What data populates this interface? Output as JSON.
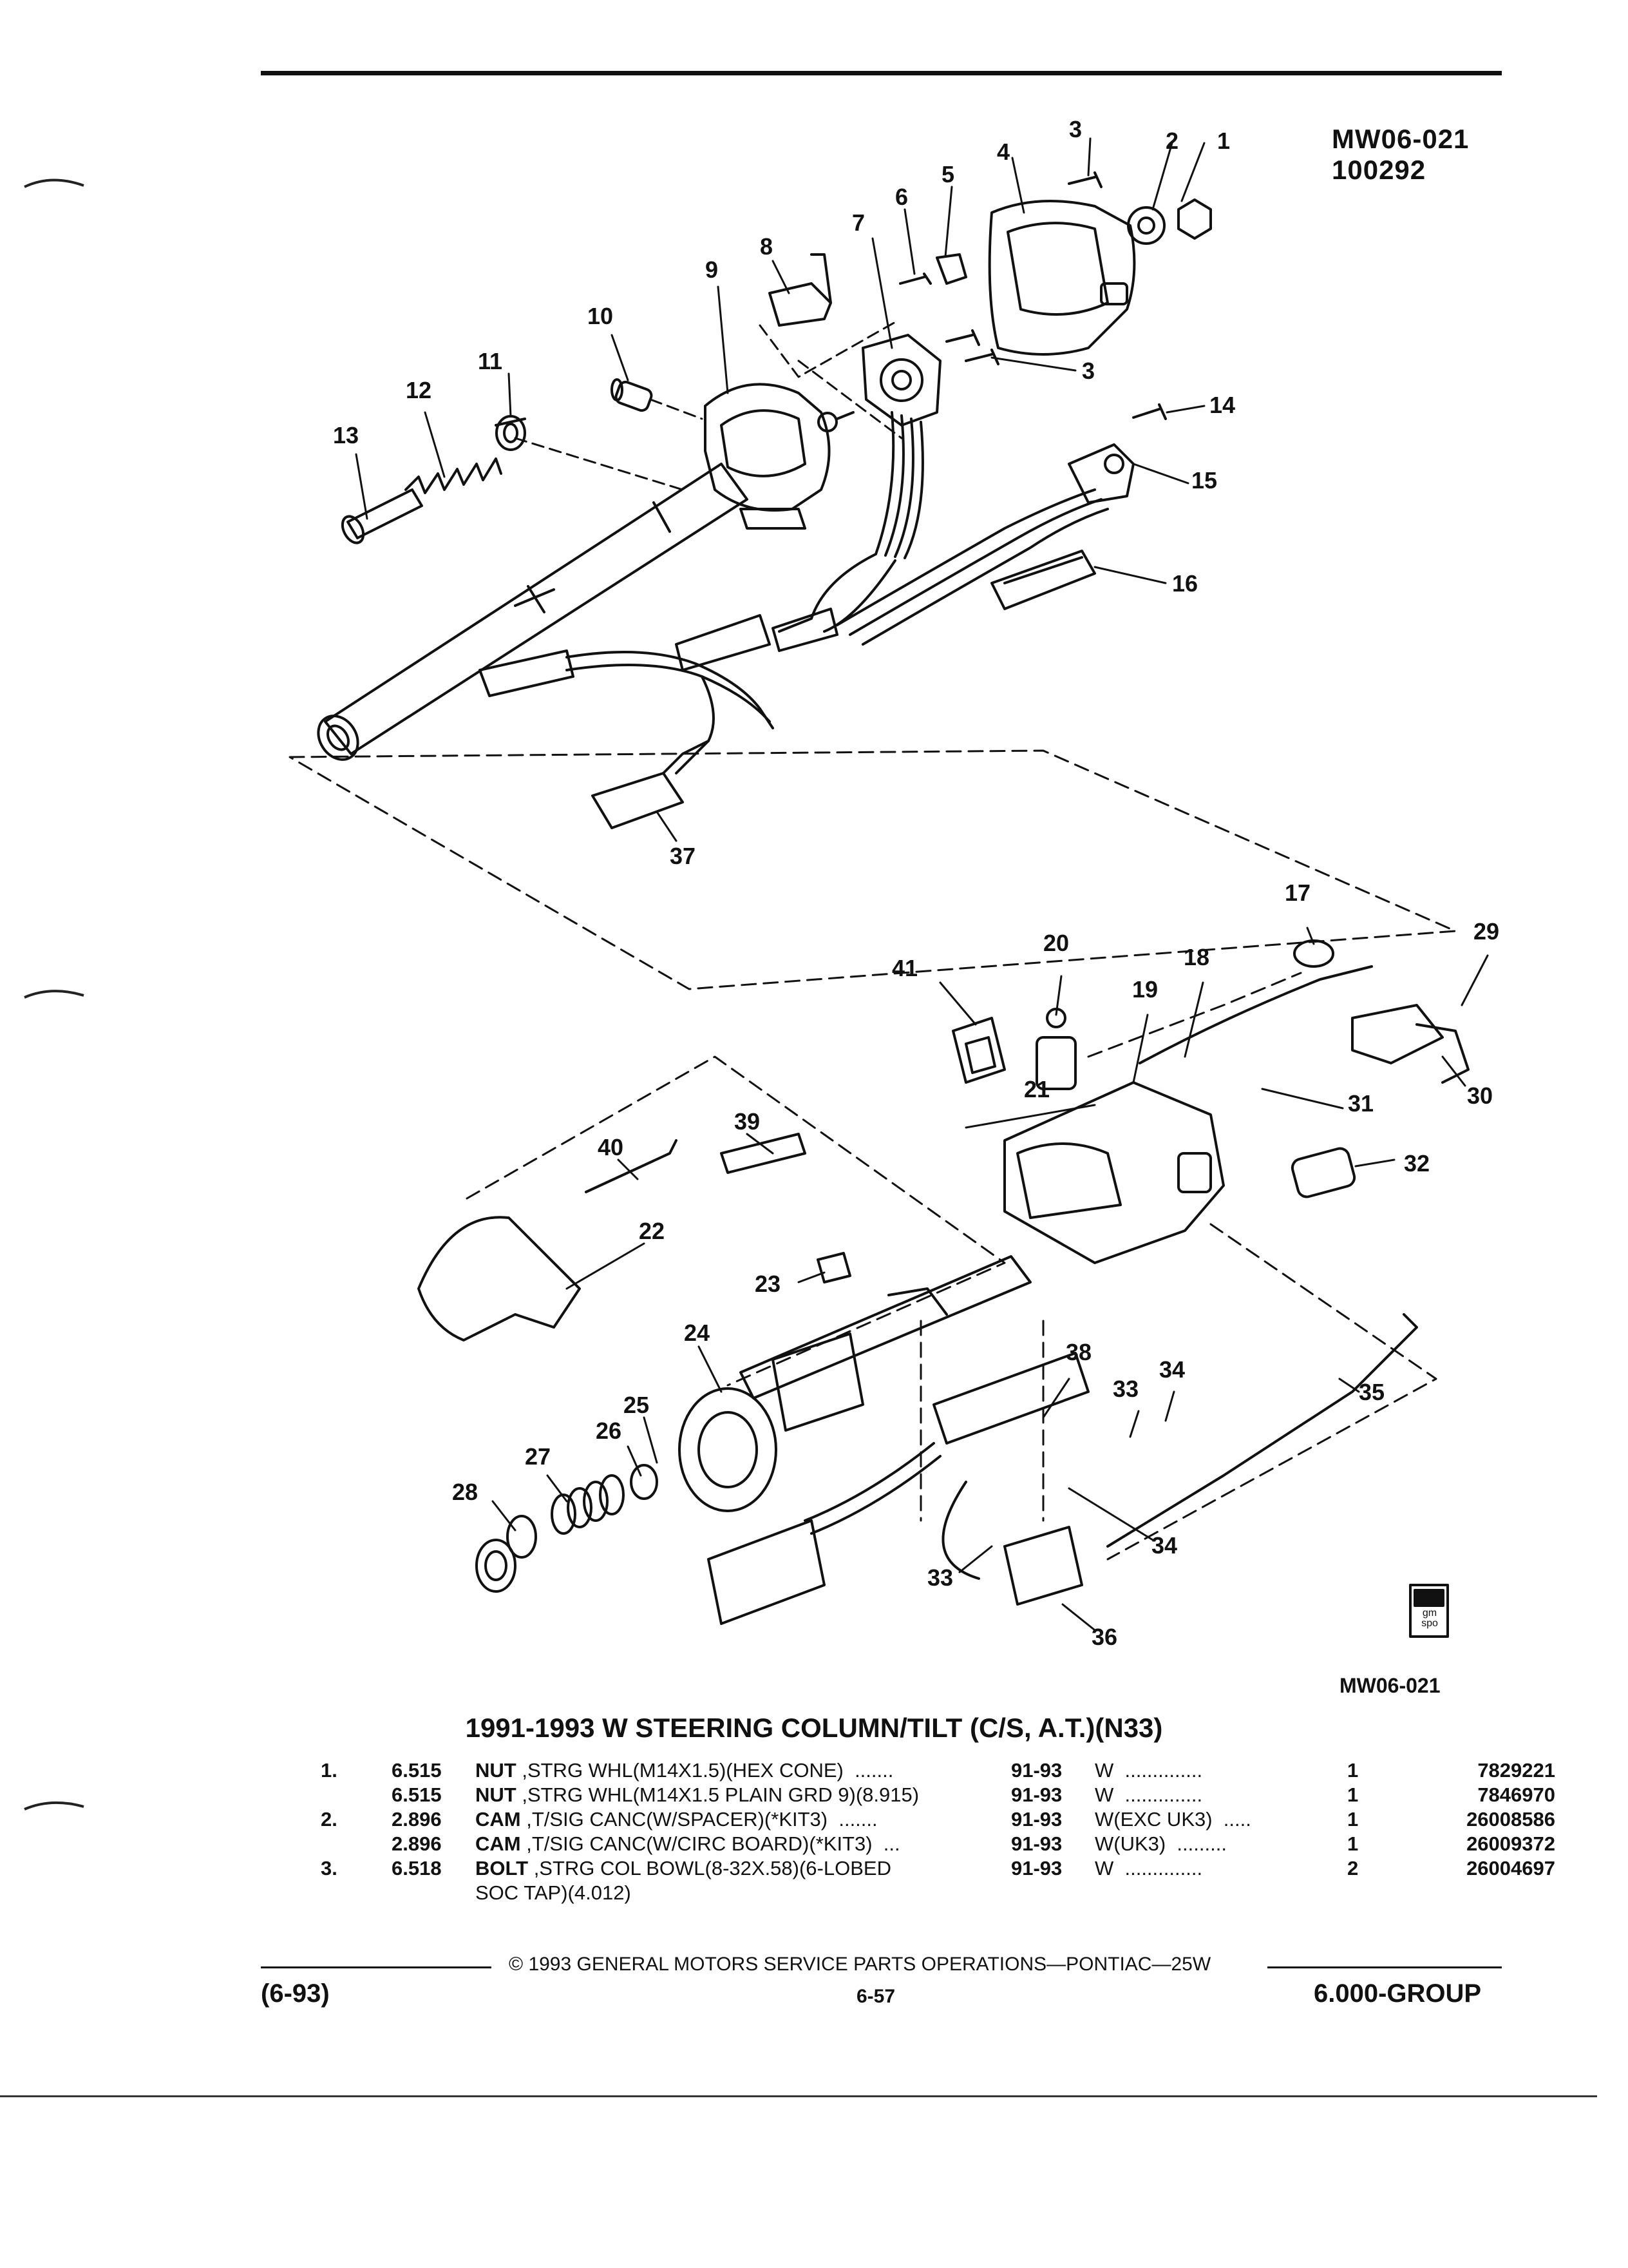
{
  "header": {
    "ref_code": "MW06-021",
    "ref_date": "100292"
  },
  "diagram": {
    "footer_code": "MW06-021",
    "logo_text": "gm spo",
    "callouts": [
      "1",
      "2",
      "3",
      "3",
      "4",
      "5",
      "6",
      "7",
      "8",
      "9",
      "10",
      "11",
      "12",
      "13",
      "14",
      "15",
      "16",
      "37",
      "17",
      "18",
      "19",
      "20",
      "41",
      "29",
      "30",
      "31",
      "32",
      "21",
      "39",
      "40",
      "22",
      "23",
      "24",
      "38",
      "33",
      "34",
      "35",
      "25",
      "26",
      "27",
      "28",
      "33",
      "34",
      "36"
    ]
  },
  "catalog": {
    "title": "1991-1993 W STEERING COLUMN/TILT (C/S, A.T.)(N33)",
    "rows": [
      {
        "no": "1.",
        "group": "6.515",
        "name": "NUT",
        "desc": " ,STRG WHL(M14X1.5)(HEX CONE)  .......",
        "years": "91-93",
        "model": "W  ..............",
        "qty": "1",
        "part": "7829221"
      },
      {
        "no": "",
        "group": "6.515",
        "name": "NUT",
        "desc": " ,STRG WHL(M14X1.5 PLAIN GRD 9)(8.915)",
        "years": "91-93",
        "model": "W  ..............",
        "qty": "1",
        "part": "7846970"
      },
      {
        "no": "2.",
        "group": "2.896",
        "name": "CAM",
        "desc": " ,T/SIG CANC(W/SPACER)(*KIT3)  .......",
        "years": "91-93",
        "model": "W(EXC UK3)  .....",
        "qty": "1",
        "part": "26008586"
      },
      {
        "no": "",
        "group": "2.896",
        "name": "CAM",
        "desc": " ,T/SIG CANC(W/CIRC BOARD)(*KIT3)  ...",
        "years": "91-93",
        "model": "W(UK3)  .........",
        "qty": "1",
        "part": "26009372"
      },
      {
        "no": "3.",
        "group": "6.518",
        "name": "BOLT",
        "desc": " ,STRG COL BOWL(8-32X.58)(6-LOBED",
        "years": "91-93",
        "model": "W  ..............",
        "qty": "2",
        "part": "26004697"
      },
      {
        "no": "",
        "group": "",
        "name": "",
        "desc": "SOC TAP)(4.012)",
        "years": "",
        "model": "",
        "qty": "",
        "part": ""
      }
    ]
  },
  "footer": {
    "copyright": "©  1993  GENERAL MOTORS SERVICE PARTS OPERATIONS—PONTIAC—25W",
    "date_code": "(6-93)",
    "page": "6-57",
    "group": "6.000-GROUP"
  }
}
